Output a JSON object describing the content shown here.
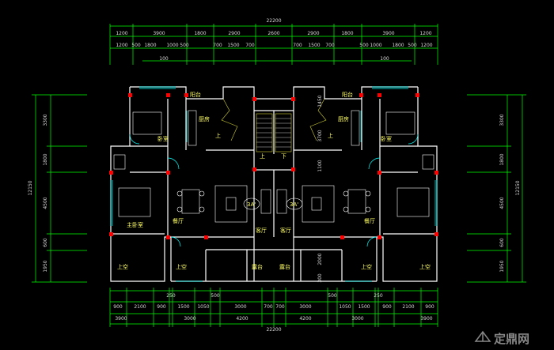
{
  "colors": {
    "background": "#000000",
    "walls": "#ffffff",
    "dimensions": "#00ff00",
    "doors_windows": "#00ffff",
    "columns": "#ff0000",
    "furniture": "#ffffff",
    "labels": "#ffff66"
  },
  "dims": {
    "top_total": "22200",
    "top_row1": [
      "1200",
      "3900",
      "1800",
      "2900",
      "2600",
      "2900",
      "1800",
      "3900",
      "1200"
    ],
    "top_row2": [
      "1200",
      "500",
      "1800",
      "1000",
      "500",
      "700",
      "1500",
      "700",
      "700",
      "1500",
      "700",
      "500",
      "1000",
      "1800",
      "500",
      "1200"
    ],
    "top_mark_left": "100",
    "top_mark_right": "100",
    "bottom_row1": [
      "900",
      "2100",
      "900",
      "250",
      "1500",
      "1050",
      "500",
      "3000",
      "700",
      "700",
      "3000",
      "500",
      "1050",
      "1500",
      "250",
      "900",
      "2100",
      "900"
    ],
    "bottom_row2": [
      "3900",
      "3000",
      "4200",
      "4200",
      "3000",
      "3900"
    ],
    "bottom_total": "22200",
    "left_segments": [
      "3300",
      "1800",
      "4500",
      "600",
      "1950"
    ],
    "left_total": "12150",
    "right_segments": [
      "3300",
      "1800",
      "4500",
      "600",
      "1950"
    ],
    "right_total": "12150",
    "center_marks": [
      "1450",
      "3700",
      "1100",
      "2000",
      "300"
    ]
  },
  "rooms": {
    "balcony_left": "阳台",
    "balcony_right": "阳台",
    "kitchen_left": "厨房",
    "kitchen_right": "厨房",
    "bedroom_left": "卧室",
    "bedroom_right": "卧室",
    "master_bedroom": "主卧室",
    "dining_left": "餐厅",
    "dining_right": "餐厅",
    "living_left": "客厅",
    "living_right": "客厅",
    "terrace_left": "露台",
    "terrace_right": "露台",
    "void_1": "上空",
    "void_2": "上空",
    "void_3": "上空",
    "void_4": "上空",
    "stair_up": "上",
    "stair_down": "下",
    "stair_up_left": "上",
    "stair_up_right": "上",
    "unit_left": "3A'",
    "unit_right": "3A'"
  },
  "watermark": {
    "brand": "定鼎网"
  }
}
